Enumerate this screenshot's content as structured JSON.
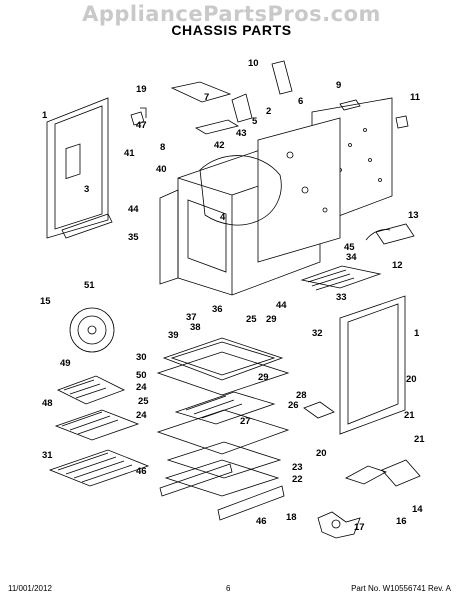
{
  "header": {
    "watermark": "AppliancePartsPros.com",
    "title": "CHASSIS PARTS"
  },
  "footer": {
    "date": "11/001/2012",
    "page": "6",
    "part_info": "Part No. W10556741  Rev. A"
  },
  "callouts": [
    "1",
    "3",
    "19",
    "47",
    "7",
    "10",
    "9",
    "6",
    "11",
    "2",
    "5",
    "43",
    "42",
    "8",
    "41",
    "40",
    "44",
    "35",
    "4",
    "13",
    "45",
    "34",
    "12",
    "33",
    "15",
    "51",
    "44",
    "29",
    "25",
    "36",
    "38",
    "37",
    "39",
    "32",
    "30",
    "50",
    "24",
    "25",
    "24",
    "28",
    "26",
    "27",
    "29",
    "23",
    "22",
    "49",
    "48",
    "31",
    "46",
    "46",
    "1",
    "20",
    "21",
    "20",
    "21",
    "18",
    "17",
    "16",
    "14"
  ]
}
